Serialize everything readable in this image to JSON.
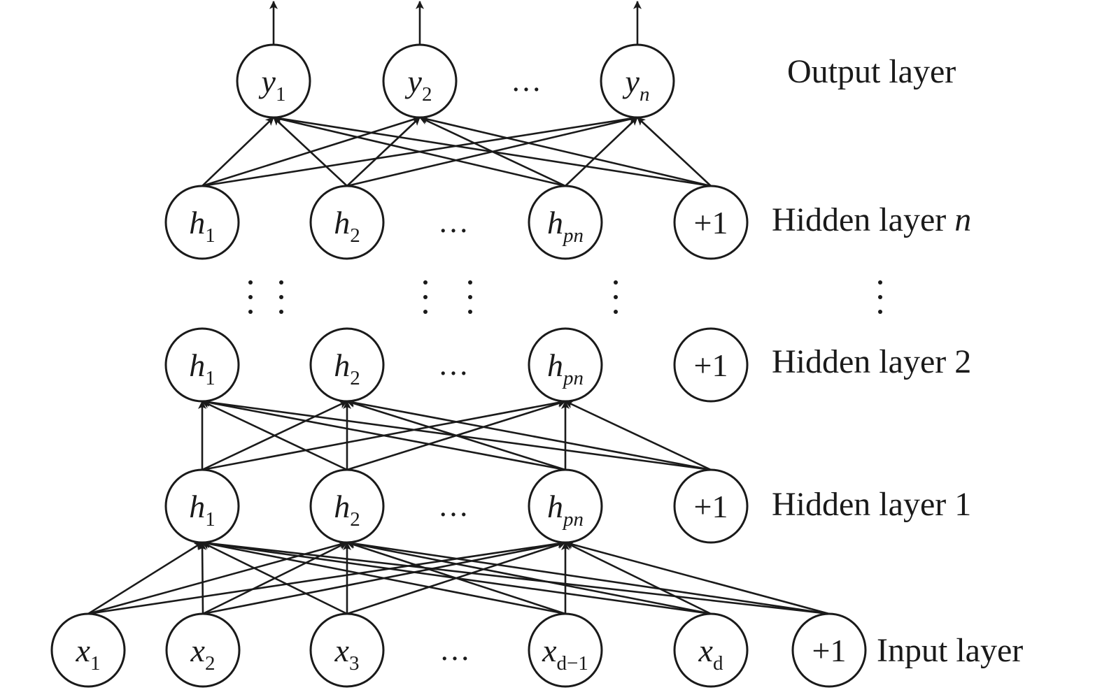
{
  "layers": [
    {
      "id": "input",
      "label": "Input layer",
      "ellipsis": "…",
      "nodes": [
        {
          "base": "x",
          "sub": "1"
        },
        {
          "base": "x",
          "sub": "2"
        },
        {
          "base": "x",
          "sub": "3"
        },
        {
          "base": "x",
          "sub": "d−1"
        },
        {
          "base": "x",
          "sub": "d"
        },
        {
          "text": "+1"
        }
      ]
    },
    {
      "id": "hidden-1",
      "label_text": "Hidden layer 1",
      "ellipsis": "…",
      "nodes": [
        {
          "base": "h",
          "sub": "1"
        },
        {
          "base": "h",
          "sub": "2"
        },
        {
          "base": "h",
          "sub": "pn",
          "sub_italic": true
        },
        {
          "text": "+1"
        }
      ]
    },
    {
      "id": "hidden-2",
      "label_text": "Hidden layer 2",
      "ellipsis": "…",
      "nodes": [
        {
          "base": "h",
          "sub": "1"
        },
        {
          "base": "h",
          "sub": "2"
        },
        {
          "base": "h",
          "sub": "pn",
          "sub_italic": true
        },
        {
          "text": "+1"
        }
      ]
    },
    {
      "id": "hidden-n",
      "label_text": "Hidden layer ",
      "label_var": "n",
      "ellipsis": "…",
      "nodes": [
        {
          "base": "h",
          "sub": "1"
        },
        {
          "base": "h",
          "sub": "2"
        },
        {
          "base": "h",
          "sub": "pn",
          "sub_italic": true
        },
        {
          "text": "+1"
        }
      ]
    },
    {
      "id": "output",
      "label_text": "Output layer",
      "ellipsis": "…",
      "nodes": [
        {
          "base": "y",
          "sub": "1"
        },
        {
          "base": "y",
          "sub": "2"
        },
        {
          "base": "y",
          "sub": "n",
          "sub_italic": true
        }
      ]
    }
  ],
  "colors": {
    "stroke": "#1a1a1a",
    "background": "#ffffff"
  }
}
